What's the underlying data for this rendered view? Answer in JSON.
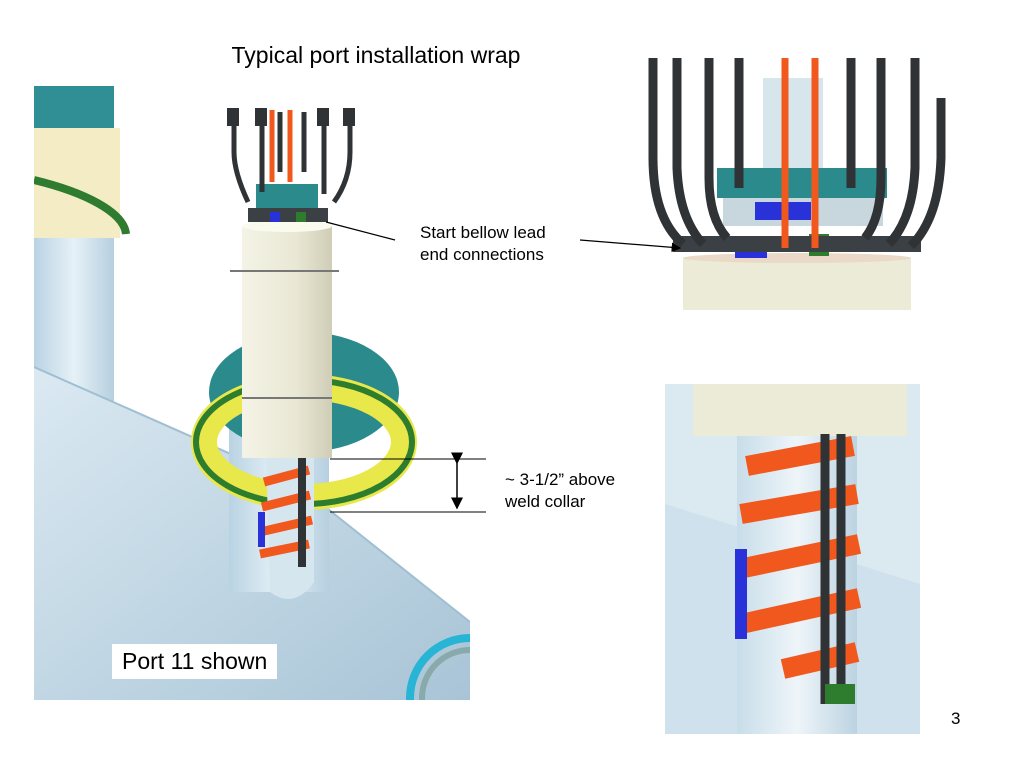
{
  "slide": {
    "title": "Typical port installation wrap",
    "callout_bellow": {
      "line1": "Start bellow lead",
      "line2": "end connections"
    },
    "callout_collar": {
      "line1": "~ 3-1/2” above",
      "line2": "weld collar"
    },
    "caption": "Port 11 shown",
    "page_number": "3"
  },
  "colors": {
    "cable": "#2f3336",
    "heater_tape": "#f0581e",
    "clamp_blue": "#2832d8",
    "teal_flange": "#2a8a8c",
    "pipe_light": "#cfe3ee",
    "cream_sleeve": "#ecebd8",
    "yellow_ring": "#e8e84a",
    "green_ring": "#2e7d2e"
  }
}
